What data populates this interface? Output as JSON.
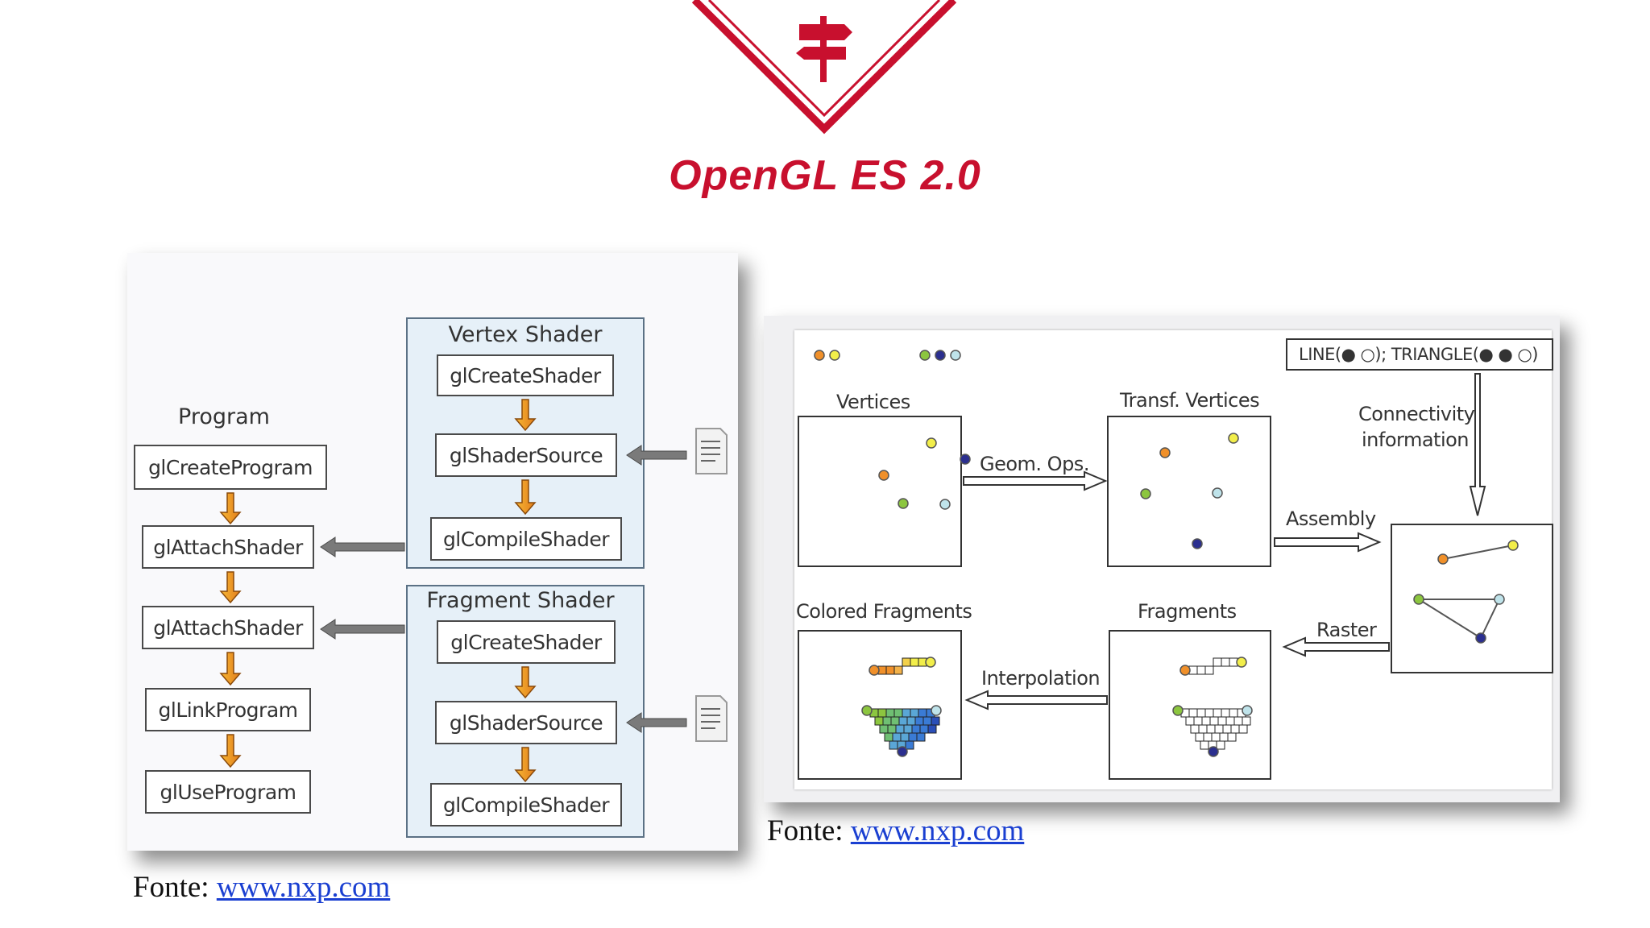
{
  "slide": {
    "title": "OpenGL ES 2.0",
    "accent_color": "#c8102e",
    "logo_icon": "signpost-icon"
  },
  "left_diagram": {
    "program_label": "Program",
    "program_steps": [
      "glCreateProgram",
      "glAttachShader",
      "glAttachShader",
      "glLinkProgram",
      "glUseProgram"
    ],
    "vertex_shader": {
      "label": "Vertex Shader",
      "steps": [
        "glCreateShader",
        "glShaderSource",
        "glCompileShader"
      ]
    },
    "fragment_shader": {
      "label": "Fragment Shader",
      "steps": [
        "glCreateShader",
        "glShaderSource",
        "glCompileShader"
      ]
    },
    "source_icon": "document-icon",
    "caption_prefix": "Fonte:",
    "caption_link": "www.nxp.com"
  },
  "right_diagram": {
    "legend": "LINE(● ○); TRIANGLE(● ● ○)",
    "stage_labels": {
      "vertices": "Vertices",
      "transf_vertices": "Transf. Vertices",
      "colored_fragments": "Colored Fragments",
      "fragments": "Fragments"
    },
    "arrow_labels": {
      "geom_ops": "Geom. Ops.",
      "assembly": "Assembly",
      "raster": "Raster",
      "interpolation": "Interpolation",
      "connectivity_line1": "Connectivity",
      "connectivity_line2": "information"
    },
    "point_colors": {
      "orange": "#f0902a",
      "yellow": "#f2ee4a",
      "green": "#8cc63f",
      "navy": "#2b2f8f",
      "lightblue": "#bfe3ea"
    },
    "caption_prefix": "Fonte:",
    "caption_link": "www.nxp.com"
  }
}
